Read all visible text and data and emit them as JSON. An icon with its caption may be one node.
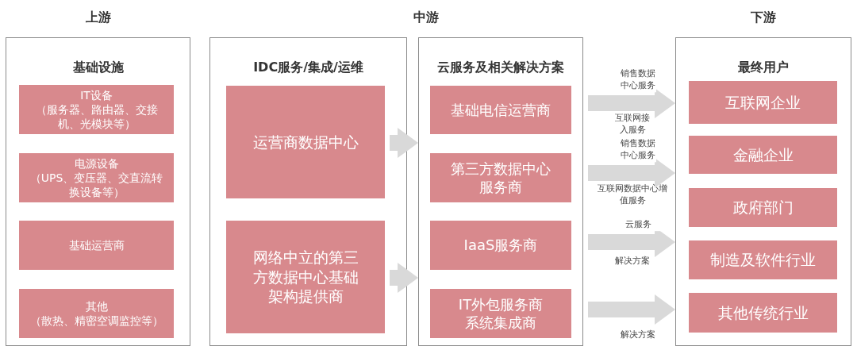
{
  "diagram": {
    "nodes": [
      {
        "text": [
          "上游",
          "基础设施"
        ]
      },
      {
        "text": [
          "IT设备",
          "（服务器、路由器、交接机、光模块等）"
        ],
        "in": 0
      },
      {
        "text": [
          "电源设备",
          "（UPS、变压器、交直流转换设备等）"
        ],
        "in": 0
      },
      {
        "text": [
          "基础运营商"
        ],
        "in": 0
      },
      {
        "text": [
          "其他",
          "（散热、精密空调监控等）"
        ],
        "in": 0
      },
      {
        "text": [
          "IDC服务/集成/运维"
        ]
      },
      {
        "text": [
          "运营商数据中心"
        ],
        "in": 5
      },
      {
        "text": [
          "网络中立的第三方数据中心基础架构提供商"
        ],
        "in": 5
      },
      {
        "text": [
          "云服务及相关解决方案"
        ]
      },
      {
        "text": [
          "基础电信运营商"
        ],
        "in": 8
      },
      {
        "text": [
          "第三方数据中心服务商"
        ],
        "in": 8
      },
      {
        "text": [
          "IaaS服务商"
        ],
        "in": 8
      },
      {
        "text": [
          "IT外包服务商",
          "系统集成商"
        ],
        "in": 8
      },
      {
        "text": [
          "下游",
          "最终用户"
        ]
      },
      {
        "text": [
          "互联网企业"
        ],
        "in": 13
      },
      {
        "text": [
          "金融企业"
        ],
        "in": 13
      },
      {
        "text": [
          "政府部门"
        ],
        "in": 13
      },
      {
        "text": [
          "制造及软件行业"
        ],
        "in": 13
      },
      {
        "text": [
          "其他传统行业"
        ],
        "in": 13
      }
    ],
    "edges": [
      {
        "from": 6,
        "to": 8,
        "arrow": "to"
      },
      {
        "from": 7,
        "to": 8,
        "arrow": "to"
      },
      {
        "from": 9,
        "to": 13,
        "arrow": "to",
        "label": "销售数据中心服务"
      },
      {
        "from": 10,
        "to": 13,
        "arrow": "to",
        "label": "销售数据中心服务"
      },
      {
        "from": 11,
        "to": 13,
        "arrow": "to",
        "label": "云服务"
      },
      {
        "from": 12,
        "to": 13,
        "arrow": "to",
        "label": "解决方案"
      }
    ],
    "labels": [
      "中游",
      "互联网接入服务",
      "互联网数据中心增值服务",
      "解决方案"
    ]
  }
}
